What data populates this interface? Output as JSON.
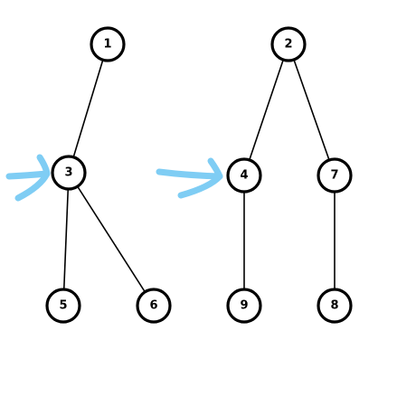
{
  "diagram": {
    "type": "forest",
    "nodes": [
      {
        "id": "n1",
        "label": "1"
      },
      {
        "id": "n2",
        "label": "2"
      },
      {
        "id": "n3",
        "label": "3"
      },
      {
        "id": "n4",
        "label": "4"
      },
      {
        "id": "n5",
        "label": "5"
      },
      {
        "id": "n6",
        "label": "6"
      },
      {
        "id": "n7",
        "label": "7"
      },
      {
        "id": "n8",
        "label": "8"
      },
      {
        "id": "n9",
        "label": "9"
      }
    ],
    "edges": [
      {
        "from": "1",
        "to": "3"
      },
      {
        "from": "3",
        "to": "5"
      },
      {
        "from": "3",
        "to": "6"
      },
      {
        "from": "2",
        "to": "4"
      },
      {
        "from": "2",
        "to": "7"
      },
      {
        "from": "4",
        "to": "9"
      },
      {
        "from": "7",
        "to": "8"
      }
    ],
    "highlighted_nodes": [
      "3",
      "4"
    ],
    "colors": {
      "node_fill": "#ffffff",
      "node_stroke": "#000000",
      "edge": "#000000",
      "arrow": "#7fcdf4"
    }
  }
}
